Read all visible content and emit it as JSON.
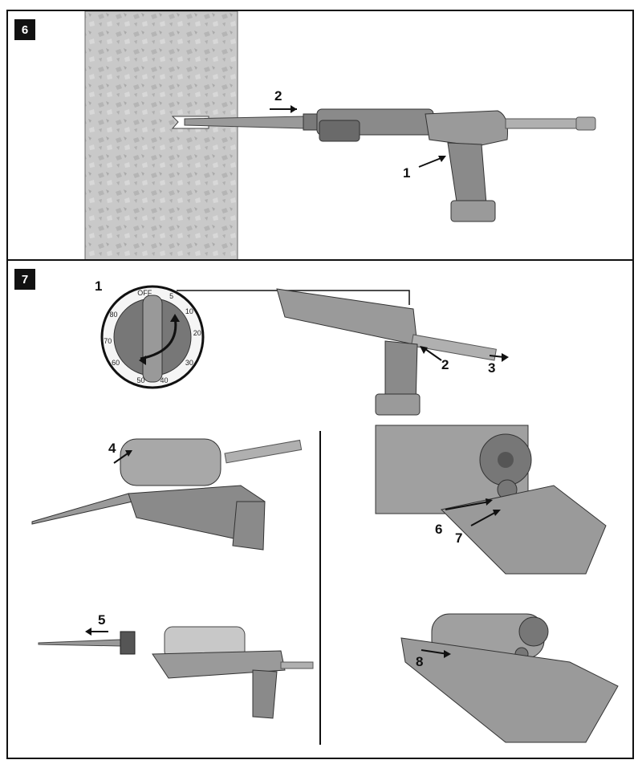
{
  "steps": {
    "step6": {
      "number": "6",
      "callouts": [
        "1",
        "2"
      ]
    },
    "step7": {
      "number": "7",
      "callouts": [
        "1",
        "2",
        "3",
        "4",
        "5",
        "6",
        "7",
        "8"
      ],
      "dial": {
        "labels": [
          "OFF",
          "5",
          "10",
          "20",
          "30",
          "40",
          "50",
          "60",
          "70",
          "80"
        ]
      }
    }
  },
  "colors": {
    "border": "#111111",
    "tool_body": "#8a8a8a",
    "tool_dark": "#555555",
    "wall": "#c8c8c8"
  }
}
